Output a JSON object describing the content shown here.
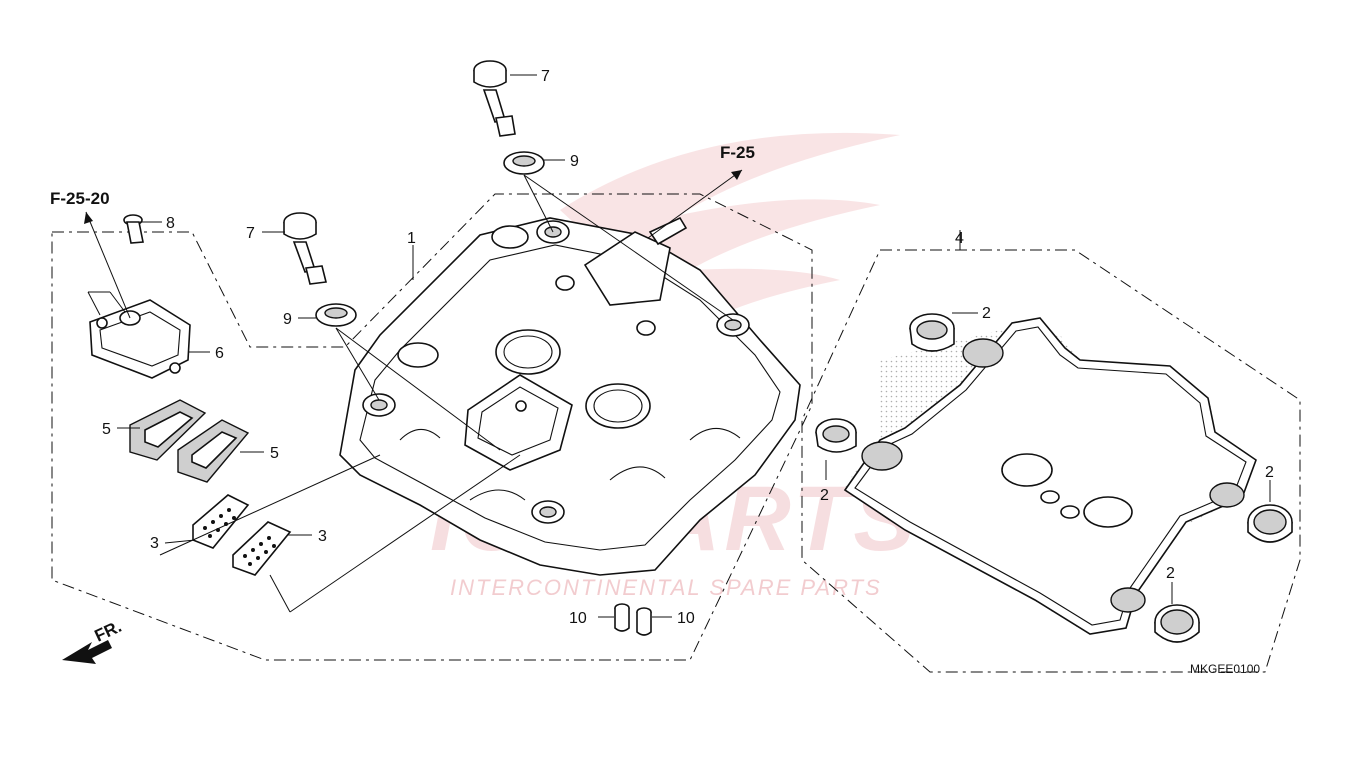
{
  "diagram": {
    "references": {
      "ref_f25": "F-25",
      "ref_f2520": "F-25-20",
      "front_marker": "FR."
    },
    "callouts": {
      "c1": "1",
      "c2a": "2",
      "c2b": "2",
      "c2c": "2",
      "c2d": "2",
      "c3a": "3",
      "c3b": "3",
      "c4": "4",
      "c5a": "5",
      "c5b": "5",
      "c6": "6",
      "c7a": "7",
      "c7b": "7",
      "c8": "8",
      "c9a": "9",
      "c9b": "9",
      "c10a": "10",
      "c10b": "10"
    },
    "diagram_code": "MKGEE0100",
    "watermark": {
      "brand": "ICSPARTS",
      "tagline": "INTERCONTINENTAL SPARE PARTS"
    }
  }
}
